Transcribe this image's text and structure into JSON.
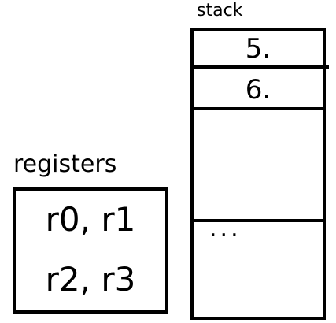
{
  "stack": {
    "label": "stack",
    "slots": [
      "5.",
      "6.",
      ""
    ],
    "ellipsis": "..."
  },
  "registers": {
    "label": "registers",
    "rows": [
      "r0, r1",
      "r2, r3"
    ]
  }
}
